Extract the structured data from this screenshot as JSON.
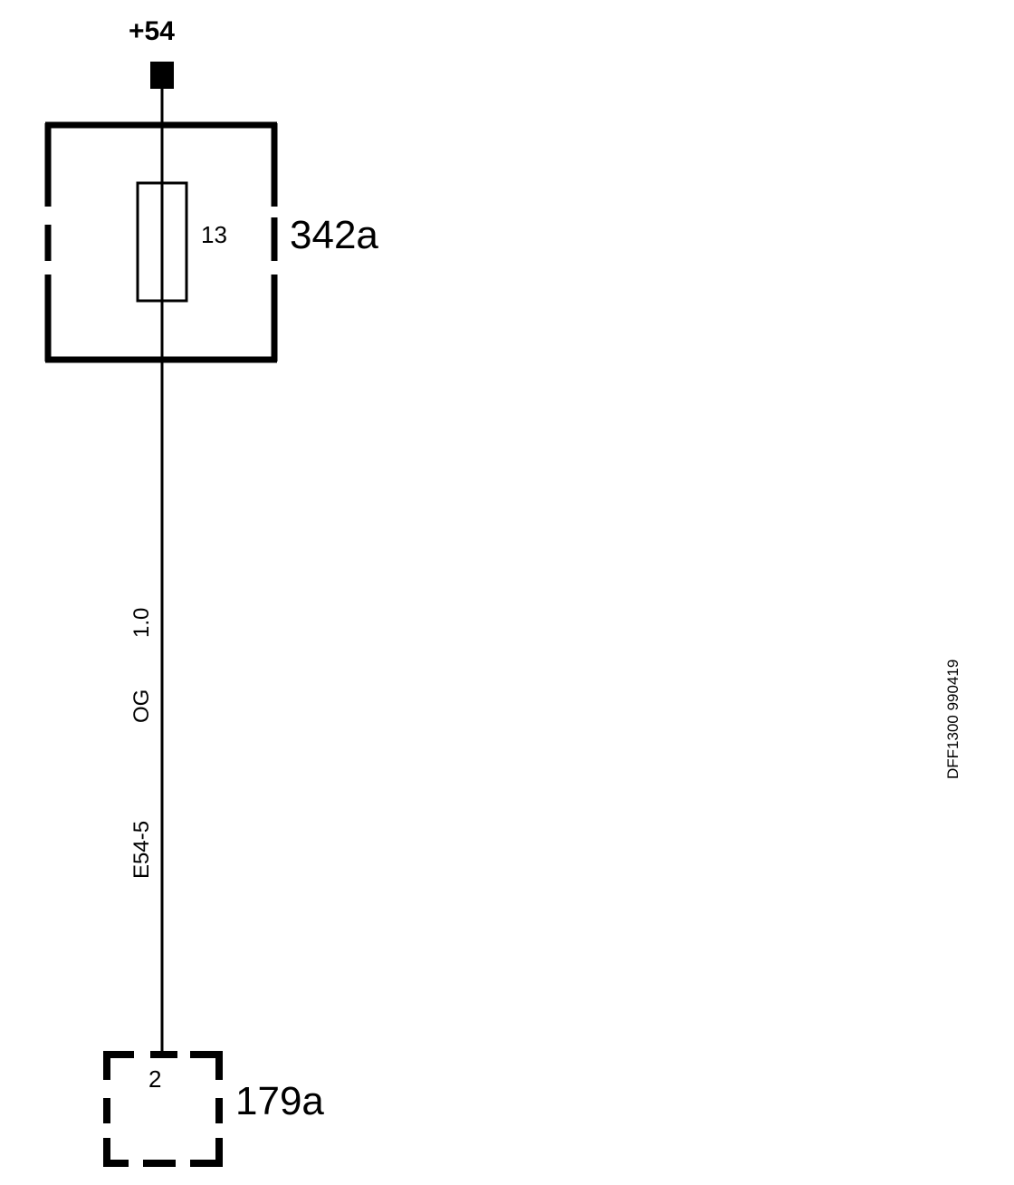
{
  "diagram": {
    "supply_label": "+54",
    "fuse_box": {
      "id": "342a",
      "fuse_number": "13"
    },
    "wire": {
      "size": "1.0",
      "color": "OG",
      "code": "E54-5"
    },
    "connector": {
      "id": "179a",
      "pin": "2"
    },
    "drawing_ref": "DFF1300 990419"
  },
  "colors": {
    "ink": "#000000",
    "background": "#ffffff"
  }
}
